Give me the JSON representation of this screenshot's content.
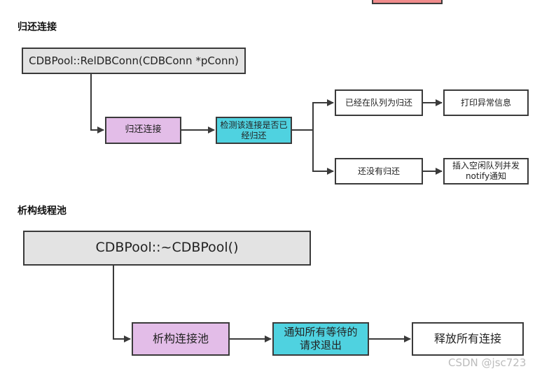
{
  "colors": {
    "top_partial_box": "#f08b8b",
    "grey_box": "#e3e3e3",
    "pink_box": "#e3bde8",
    "cyan_box": "#4fd2e0",
    "line": "#3a3a3a"
  },
  "section1": {
    "heading": "归还连接",
    "method": "CDBPool::RelDBConn(CDBConn *pConn)",
    "step": "归还连接",
    "check": "检测该连接是否已经归还",
    "branch_yes": "已经在队列为归还",
    "branch_no": "还没有归还",
    "result_yes": "打印异常信息",
    "result_no": "插入空闲队列并发notify通知"
  },
  "section2": {
    "heading": "析构线程池",
    "method": "CDBPool::~CDBPool()",
    "step": "析构连接池",
    "notify": "通知所有等待的请求退出",
    "release": "释放所有连接"
  },
  "watermark": "CSDN @jsc723"
}
